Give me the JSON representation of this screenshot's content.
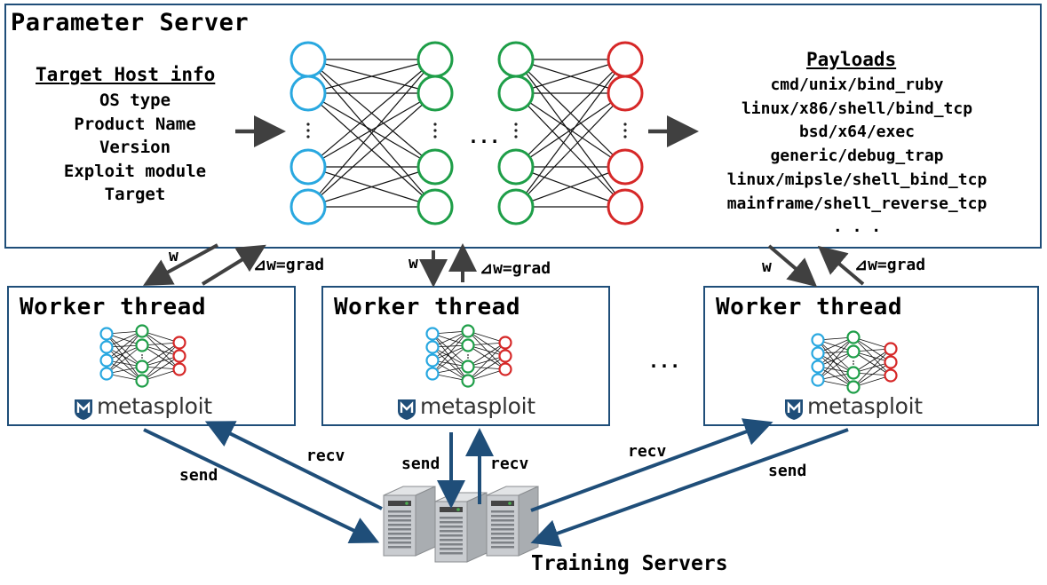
{
  "parameter_server": {
    "title": "Parameter Server",
    "host_info_title": "Target Host info",
    "host_info_items": [
      "OS type",
      "Product Name",
      "Version",
      "Exploit module",
      "Target"
    ],
    "payloads_title": "Payloads",
    "payloads": [
      "cmd/unix/bind_ruby",
      "linux/x86/shell/bind_tcp",
      "bsd/x64/exec",
      "generic/debug_trap",
      "linux/mipsle/shell_bind_tcp",
      "mainframe/shell_reverse_tcp",
      ". . ."
    ],
    "nn_ellipsis": "..."
  },
  "workers": [
    {
      "title": "Worker thread",
      "logo": "metasploit",
      "w_label": "w",
      "grad_label": "⊿w=grad",
      "send_label": "send",
      "recv_label": "recv"
    },
    {
      "title": "Worker thread",
      "logo": "metasploit",
      "w_label": "w",
      "grad_label": "⊿w=grad",
      "send_label": "send",
      "recv_label": "recv"
    },
    {
      "title": "Worker thread",
      "logo": "metasploit",
      "w_label": "w",
      "grad_label": "⊿w=grad",
      "send_label": "send",
      "recv_label": "recv"
    }
  ],
  "workers_ellipsis": "...",
  "training_servers_label": "Training Servers",
  "colors": {
    "border": "#1f4e79",
    "arrow_blue": "#1f4e79",
    "arrow_gray": "#404040",
    "input_node": "#29a8e0",
    "hidden_node": "#1e9e48",
    "output_node": "#d62828"
  }
}
